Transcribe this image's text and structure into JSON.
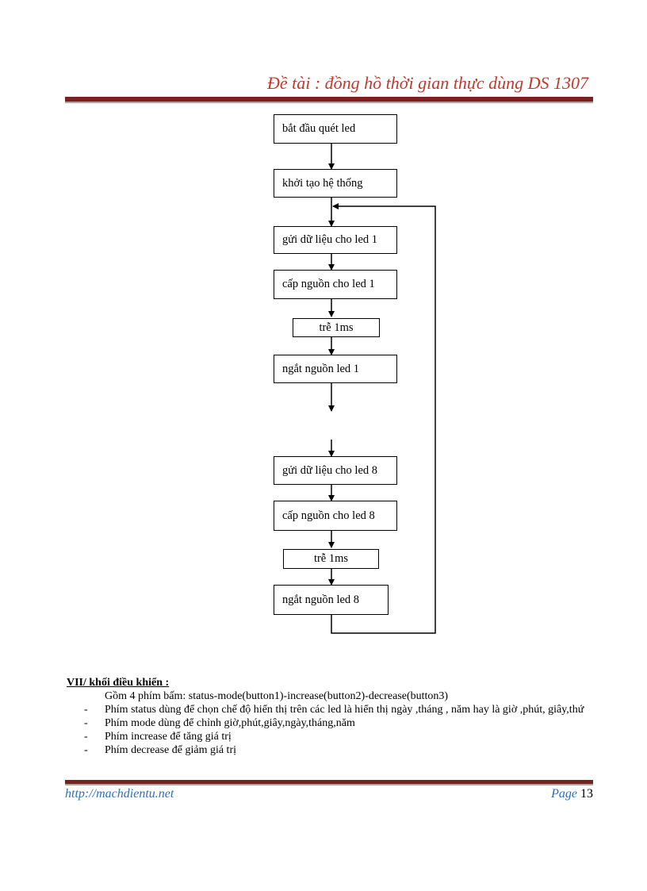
{
  "header": {
    "title": "Đề tài : đồng hồ thời gian thực dùng DS 1307"
  },
  "flowchart": {
    "steps": [
      "bắt đầu quét led",
      "khởi tạo hệ thống",
      "gửi dữ liệu cho led 1",
      "cấp nguồn cho led 1",
      "trễ 1ms",
      "ngắt nguồn led 1",
      "gửi dữ liệu cho led 8",
      "cấp nguồn cho led 8",
      "trễ 1ms",
      "ngắt nguồn led 8"
    ]
  },
  "section": {
    "title": "VII/ khối điều khiển :",
    "intro": "Gồm 4 phím bấm: status-mode(button1)-increase(button2)-decrease(button3)",
    "bullets": [
      {
        "dash": "-",
        "text": "Phím status dùng để chọn chế độ hiển thị trên các led là hiển thị ngày ,tháng , năm hay là giờ ,phút, giây,thứ"
      },
      {
        "dash": "-",
        "text": "Phím mode dùng để chỉnh giờ,phút,giây,ngày,tháng,năm"
      },
      {
        "dash": "-",
        "text": "Phím  increase để tăng giá trị"
      },
      {
        "dash": "-",
        "text": "Phím decrease để giảm giá trị"
      }
    ]
  },
  "footer": {
    "link": "http://machdientu.net",
    "page_label": "Page",
    "page_number": "13"
  }
}
